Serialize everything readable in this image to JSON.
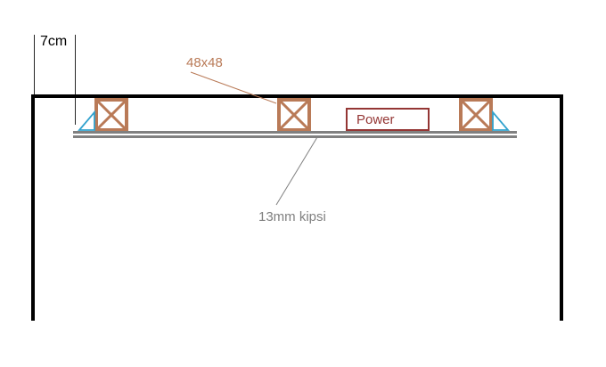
{
  "diagram": {
    "dimension_label": "7cm",
    "batten_label": "48x48",
    "power_label": "Power",
    "board_label": "13mm kipsi",
    "colors": {
      "wall": "#000000",
      "dimension_line": "#262626",
      "batten": "#B97A57",
      "bracket": "#31A2CE",
      "power_accent": "#943634",
      "board_gray": "#808080"
    }
  }
}
